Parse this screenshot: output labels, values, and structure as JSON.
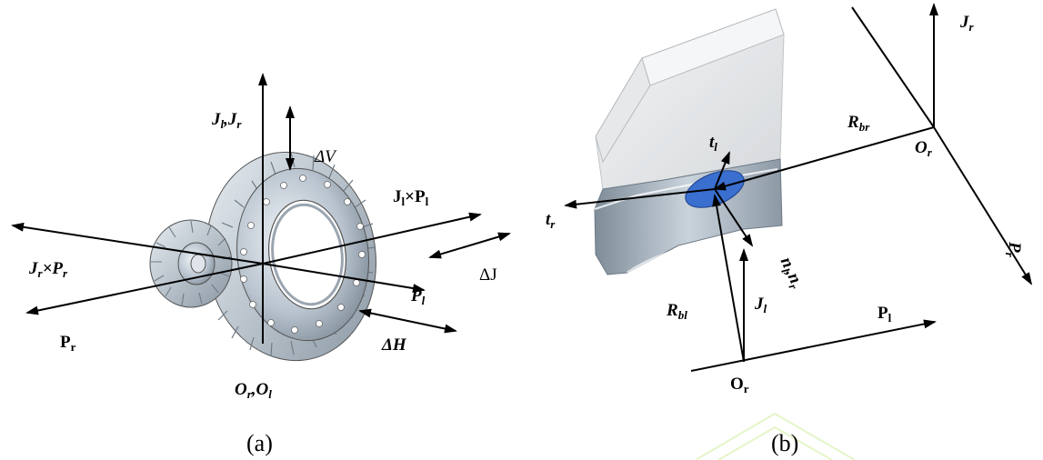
{
  "panel_a": {
    "caption": "(a)",
    "labels": {
      "jl_jr": "J",
      "jl_sub": "l",
      "jl_sep": ",",
      "jr": "J",
      "jr_sub": "r",
      "delta_v": "ΔV",
      "jl_x_pl": "J",
      "jl_x_pl_sub": "l",
      "jl_x_pl_op": "×P",
      "jl_x_pl_sub2": "l",
      "jr_x_pr": "J",
      "jr_x_pr_sub": "r",
      "jr_x_pr_op": "×P",
      "jr_x_pr_sub2": "r",
      "pl": "P",
      "pl_sub": "l",
      "pr": "P",
      "pr_sub": "r",
      "delta_j": "ΔJ",
      "delta_h": "ΔH",
      "origin": "O",
      "origin_sub": "r",
      "origin_sep": ",O",
      "origin_sub2": "l"
    }
  },
  "panel_b": {
    "caption": "(b)",
    "labels": {
      "jr": "J",
      "jr_sub": "r",
      "tl": "t",
      "tl_sub": "l",
      "rbr": "R",
      "rbr_sub": "br",
      "or_top": "O",
      "or_top_sub": "r",
      "pr": "P",
      "pr_sub": "r",
      "tr": "t",
      "tr_sub": "r",
      "nl_nr": "n",
      "nl_sub": "l",
      "nl_sep": ",n",
      "nr_sub": "r",
      "jl": "J",
      "jl_sub": "l",
      "pl": "P",
      "pl_sub": "l",
      "rbl": "R",
      "rbl_sub": "bl",
      "or_bottom": "O",
      "or_bottom_sub": "r"
    }
  },
  "colors": {
    "contact_patch": "#3a6fd0",
    "gear_metal": "#b9c4cf",
    "watermark": "#e4f5c8"
  }
}
